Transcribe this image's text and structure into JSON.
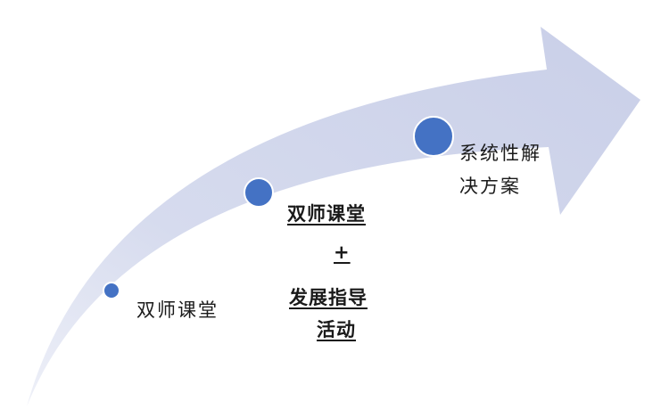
{
  "diagram": {
    "colors": {
      "arrow_fill": "#cfd5ea",
      "node_fill": "#4472c4",
      "node_stroke": "#ffffff",
      "text": "#1a1a1a"
    },
    "stages": [
      {
        "label": "双师课堂"
      },
      {
        "title": "双师课堂",
        "plus": "+",
        "subtitle_line1": "发展指导",
        "subtitle_line2": "活动"
      },
      {
        "line1": "系统性解",
        "line2": "决方案"
      }
    ]
  }
}
